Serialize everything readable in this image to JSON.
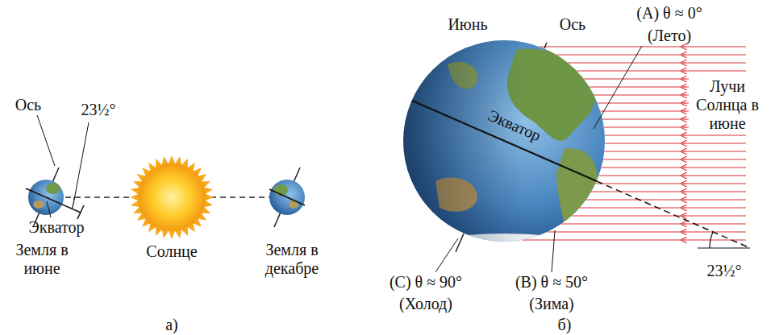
{
  "diagram": {
    "labels": [
      "Ось",
      "23½°",
      "Экватор",
      "Солнце",
      "Земля в июне",
      "Земля в декабре",
      "а)",
      "Июнь",
      "Ось",
      "(A) θ ≈ 0°",
      "(Лето)",
      "Экватор",
      "Лучи Солнца в июне",
      "(C) θ ≈ 90°",
      "(Холод)",
      "(B) θ ≈ 50°",
      "(Зима)",
      "23½°",
      "б)"
    ]
  }
}
